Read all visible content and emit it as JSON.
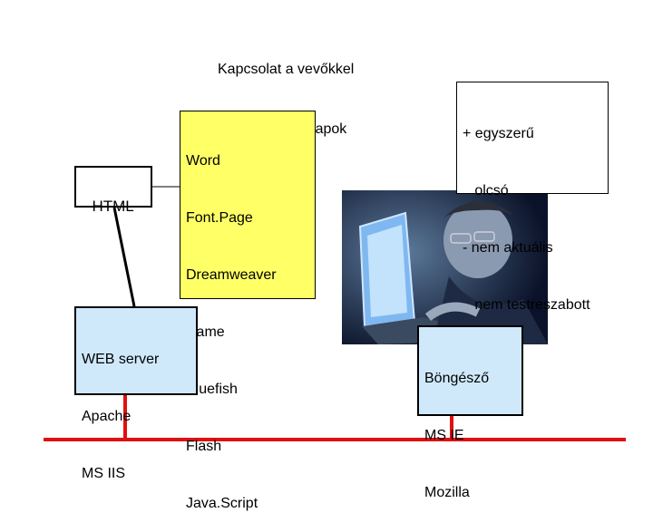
{
  "title": {
    "line1": "Kapcsolat a vevőkkel",
    "line2": " statikus WEB lapok"
  },
  "html_box": {
    "label": "HTML"
  },
  "tools_box": {
    "lines": [
      "Word",
      "Font.Page",
      "Dreamweaver",
      "Name",
      "Bluefish",
      "Flash",
      "Java.Script"
    ]
  },
  "pros_box": {
    "lines": [
      "+ egyszerű",
      "   olcsó",
      "- nem aktuális",
      "   nem testreszabott"
    ]
  },
  "server_box": {
    "lines": [
      "WEB server",
      "Apache",
      "MS IIS"
    ]
  },
  "browser_box": {
    "lines": [
      "Böngésző",
      "MS IE",
      "Mozilla"
    ]
  },
  "colors": {
    "network_line": "#e01010",
    "connector": "#000000",
    "tools_fill": "#ffff66",
    "node_fill": "#cfe9fb"
  }
}
